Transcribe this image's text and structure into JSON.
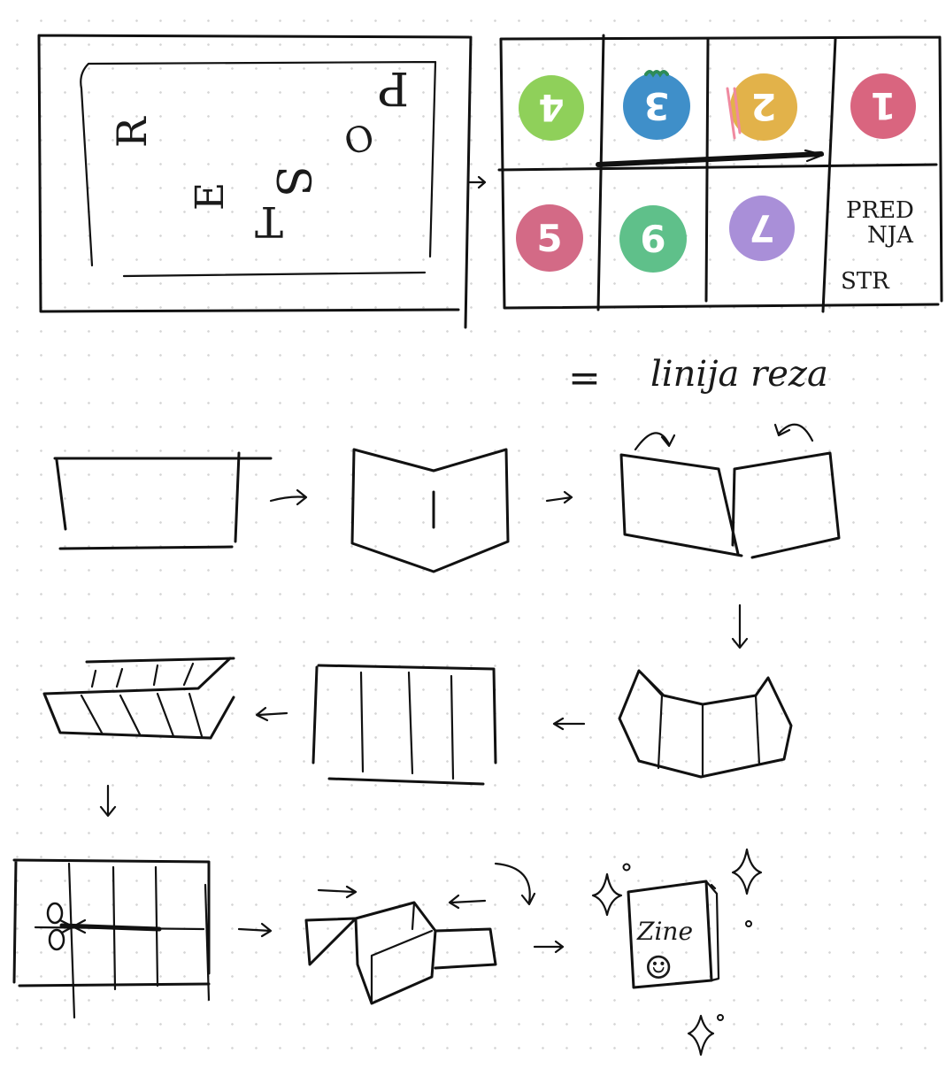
{
  "poster_letters": [
    "P",
    "O",
    "S",
    "T",
    "E",
    "R"
  ],
  "pages": [
    {
      "n": "4",
      "color": "#8fd05a",
      "flipped": true
    },
    {
      "n": "3",
      "color": "#3f8fc9",
      "flipped": true
    },
    {
      "n": "2",
      "color": "#e2b24a",
      "flipped": true
    },
    {
      "n": "1",
      "color": "#d9657f",
      "flipped": true
    },
    {
      "n": "5",
      "color": "#d36a86",
      "flipped": false
    },
    {
      "n": "6",
      "color": "#5fc08a",
      "flipped": false
    },
    {
      "n": "7",
      "color": "#a98fd8",
      "flipped": true
    }
  ],
  "front_page": {
    "line1": "PRED",
    "line2": "NJA",
    "line3": "STR"
  },
  "cut_legend": {
    "symbol": "=",
    "text": "linija reza"
  },
  "zine": {
    "cover_text": "Zine",
    "face": "☺"
  }
}
